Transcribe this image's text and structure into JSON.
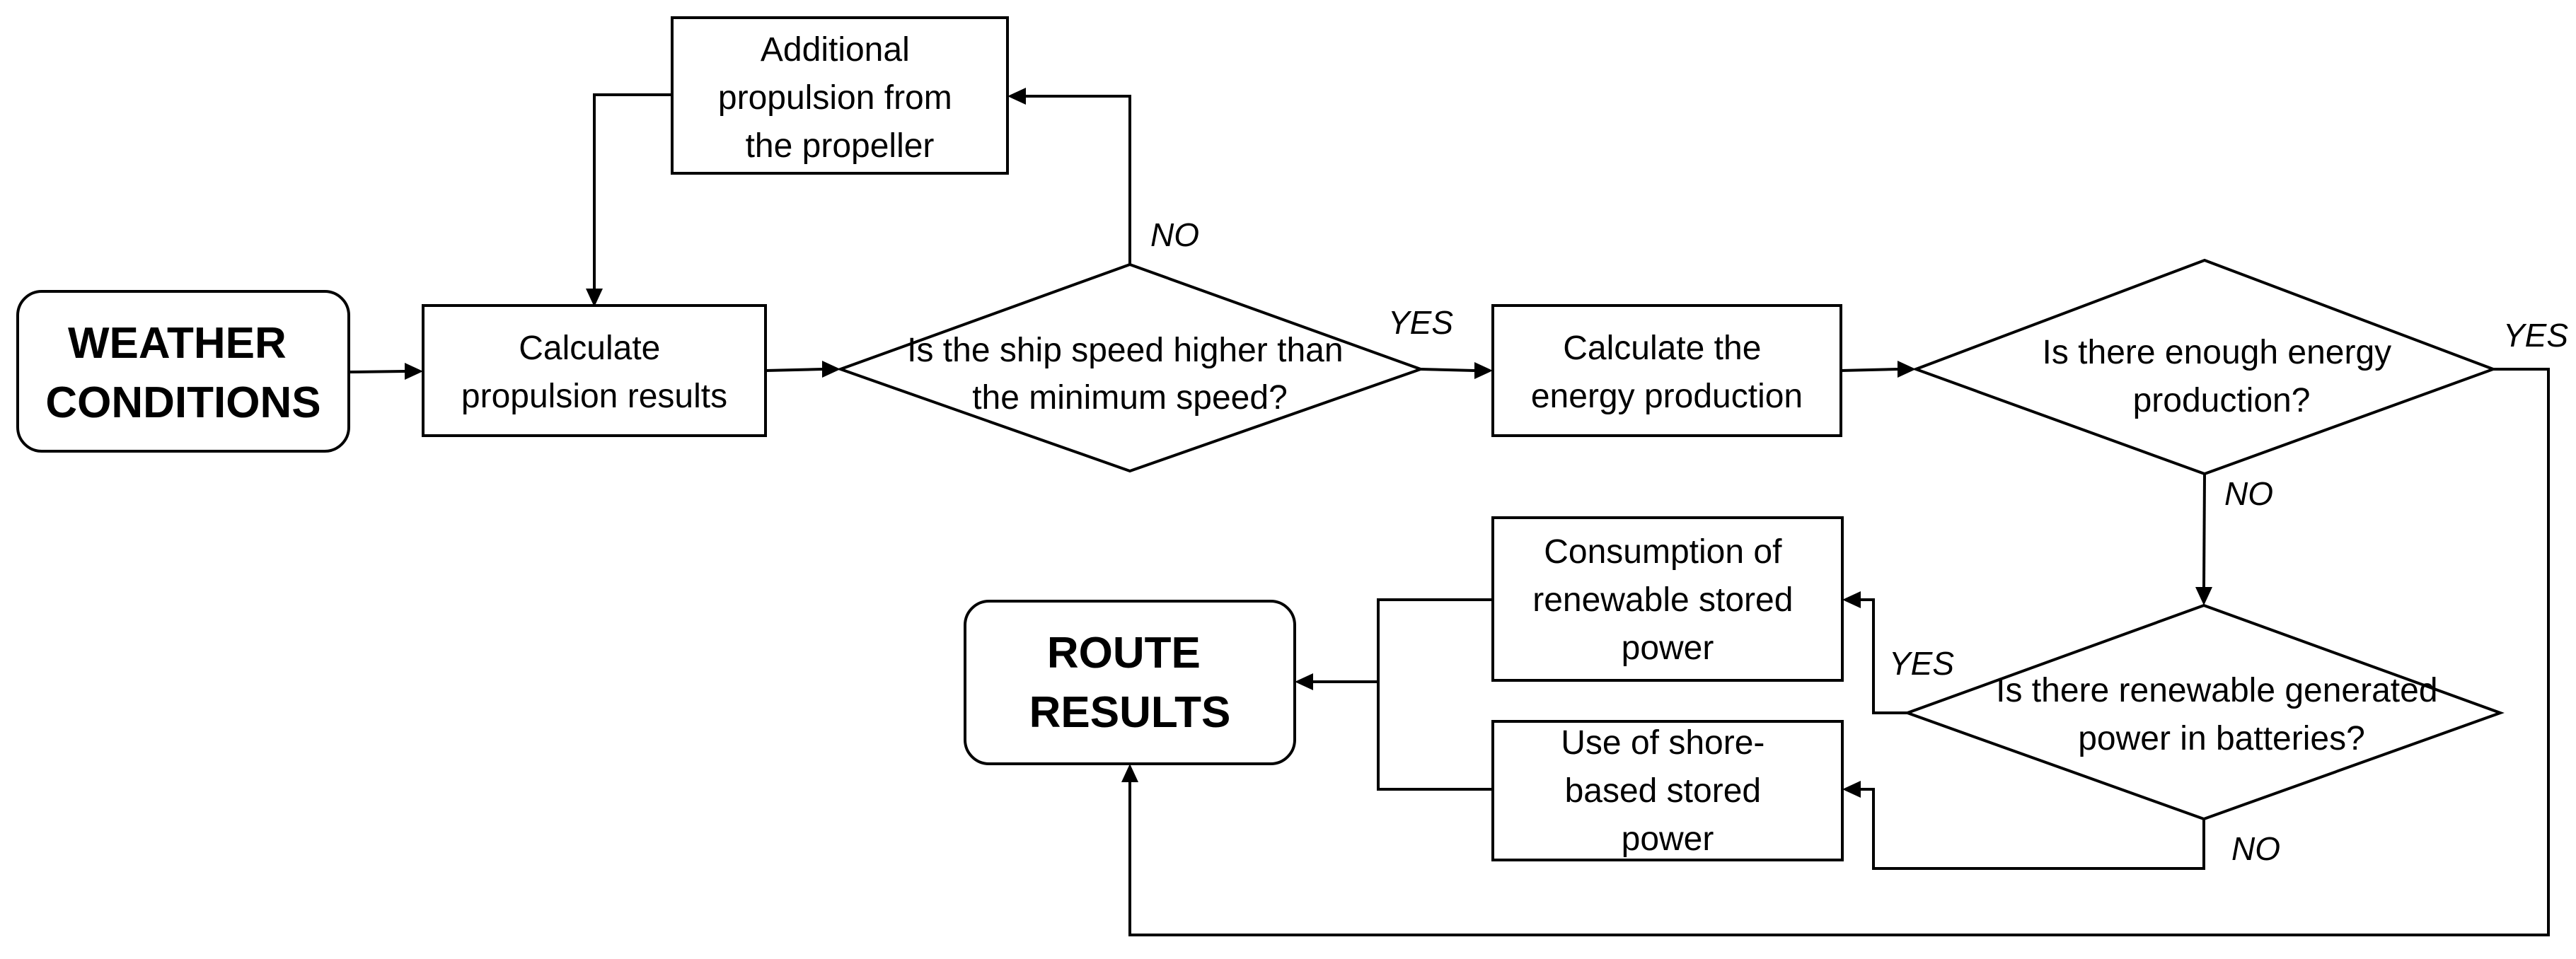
{
  "nodes": {
    "weather": {
      "lines": [
        "WEATHER",
        "CONDITIONS"
      ]
    },
    "calc_propulsion": {
      "lines": [
        "Calculate",
        "propulsion results"
      ]
    },
    "additional_propulsion": {
      "lines": [
        "Additional",
        "propulsion from",
        "the propeller"
      ]
    },
    "speed_check": {
      "lines": [
        "Is the ship speed higher than",
        "the minimum speed?"
      ]
    },
    "calc_energy": {
      "lines": [
        "Calculate the",
        "energy production"
      ]
    },
    "energy_check": {
      "lines": [
        "Is there enough energy",
        "production?"
      ]
    },
    "renewable_check": {
      "lines": [
        "Is there renewable generated",
        "power in batteries?"
      ]
    },
    "consumption_renewable": {
      "lines": [
        "Consumption of",
        "renewable stored",
        "power"
      ]
    },
    "shore_power": {
      "lines": [
        "Use of shore-",
        "based stored",
        "power"
      ]
    },
    "route_results": {
      "lines": [
        "ROUTE",
        "RESULTS"
      ]
    }
  },
  "edge_labels": {
    "speed_no": "NO",
    "speed_yes": "YES",
    "energy_yes": "YES",
    "energy_no": "NO",
    "renewable_yes": "YES",
    "renewable_no": "NO"
  }
}
